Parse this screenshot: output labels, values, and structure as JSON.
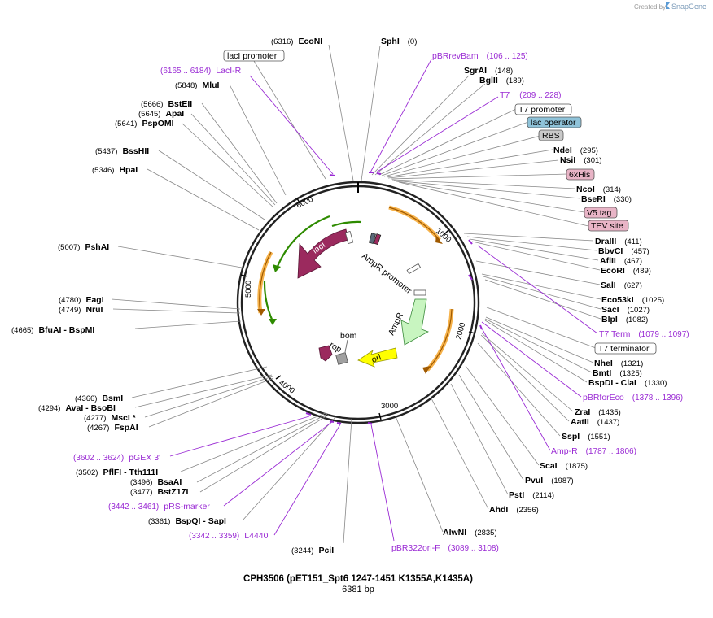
{
  "header": {
    "credit_prefix": "Created by",
    "credit_brand": "SnapGene"
  },
  "plasmid": {
    "name": "CPH3506 (pET151_Spt6 1247-1451 K1355A,K1435A)",
    "length_label": "6381 bp",
    "tick_labels": [
      "1000",
      "2000",
      "3000",
      "4000",
      "5000",
      "6000"
    ]
  },
  "sites": [
    {
      "name": "EcoNI",
      "pos": "(6316)"
    },
    {
      "name": "SphI",
      "pos": "(0)"
    },
    {
      "name": "SgrAI",
      "pos": "(148)"
    },
    {
      "name": "BglII",
      "pos": "(189)"
    },
    {
      "name": "MluI",
      "pos": "(5848)"
    },
    {
      "name": "BstEII",
      "pos": "(5666)"
    },
    {
      "name": "ApaI",
      "pos": "(5645)"
    },
    {
      "name": "PspOMI",
      "pos": "(5641)"
    },
    {
      "name": "BssHII",
      "pos": "(5437)"
    },
    {
      "name": "HpaI",
      "pos": "(5346)"
    },
    {
      "name": "NdeI",
      "pos": "(295)"
    },
    {
      "name": "NsiI",
      "pos": "(301)"
    },
    {
      "name": "NcoI",
      "pos": "(314)"
    },
    {
      "name": "BseRI",
      "pos": "(330)"
    },
    {
      "name": "PshAI",
      "pos": "(5007)"
    },
    {
      "name": "DraIII",
      "pos": "(411)"
    },
    {
      "name": "BbvCI",
      "pos": "(457)"
    },
    {
      "name": "AflII",
      "pos": "(467)"
    },
    {
      "name": "EcoRI",
      "pos": "(489)"
    },
    {
      "name": "SalI",
      "pos": "(627)"
    },
    {
      "name": "EagI",
      "pos": "(4780)"
    },
    {
      "name": "NruI",
      "pos": "(4749)"
    },
    {
      "name": "Eco53kI",
      "pos": "(1025)"
    },
    {
      "name": "SacI",
      "pos": "(1027)"
    },
    {
      "name": "BfuAI - BspMI",
      "pos": "(4665)"
    },
    {
      "name": "BlpI",
      "pos": "(1082)"
    },
    {
      "name": "NheI",
      "pos": "(1321)"
    },
    {
      "name": "BmtI",
      "pos": "(1325)"
    },
    {
      "name": "BspDI - ClaI",
      "pos": "(1330)"
    },
    {
      "name": "BsmI",
      "pos": "(4366)"
    },
    {
      "name": "AvaI - BsoBI",
      "pos": "(4294)"
    },
    {
      "name": "MscI *",
      "pos": "(4277)"
    },
    {
      "name": "FspAI",
      "pos": "(4267)"
    },
    {
      "name": "ZraI",
      "pos": "(1435)"
    },
    {
      "name": "AatII",
      "pos": "(1437)"
    },
    {
      "name": "SspI",
      "pos": "(1551)"
    },
    {
      "name": "ScaI",
      "pos": "(1875)"
    },
    {
      "name": "PflFI - Tth111I",
      "pos": "(3502)"
    },
    {
      "name": "PvuI",
      "pos": "(1987)"
    },
    {
      "name": "BsaAI",
      "pos": "(3496)"
    },
    {
      "name": "BstZ17I",
      "pos": "(3477)"
    },
    {
      "name": "PstI",
      "pos": "(2114)"
    },
    {
      "name": "AhdI",
      "pos": "(2356)"
    },
    {
      "name": "BspQI - SapI",
      "pos": "(3361)"
    },
    {
      "name": "AlwNI",
      "pos": "(2835)"
    },
    {
      "name": "PciI",
      "pos": "(3244)"
    }
  ],
  "primers": [
    {
      "name": "LacI-R",
      "range": "(6165 .. 6184)"
    },
    {
      "name": "pBRrevBam",
      "range": "(106 .. 125)"
    },
    {
      "name": "T7",
      "range": "(209 .. 228)"
    },
    {
      "name": "T7 Term",
      "range": "(1079 .. 1097)"
    },
    {
      "name": "pBRforEco",
      "range": "(1378 .. 1396)"
    },
    {
      "name": "Amp-R",
      "range": "(1787 .. 1806)"
    },
    {
      "name": "pGEX 3'",
      "range": "(3602 .. 3624)"
    },
    {
      "name": "pRS-marker",
      "range": "(3442 .. 3461)"
    },
    {
      "name": "L4440",
      "range": "(3342 .. 3359)"
    },
    {
      "name": "pBR322ori-F",
      "range": "(3089 .. 3108)"
    }
  ],
  "boxed_features": [
    {
      "name": "lacI promoter",
      "color": "#ffffff"
    },
    {
      "name": "T7 promoter",
      "color": "#ffffff"
    },
    {
      "name": "lac operator",
      "color": "#8fc3d9"
    },
    {
      "name": "RBS",
      "color": "#c9c9c9"
    },
    {
      "name": "6xHis",
      "color": "#e8b4c6"
    },
    {
      "name": "V5 tag",
      "color": "#e8b4c6"
    },
    {
      "name": "TEV site",
      "color": "#e8b4c6"
    },
    {
      "name": "T7 terminator",
      "color": "#ffffff"
    }
  ],
  "inner_features": [
    "lacI",
    "AmpR promoter",
    "AmpR",
    "ori",
    "bom",
    "rop"
  ],
  "colors": {
    "lacI": "#9b2a5e",
    "AmpR": "#c8f5c0",
    "ori": "#ffff00",
    "rop": "#9b2a5e",
    "bom": "#a0a0a0",
    "orf_green": "#2e8b00",
    "orf_orange": "#f6b24a",
    "primer": "#9a2bd4"
  }
}
